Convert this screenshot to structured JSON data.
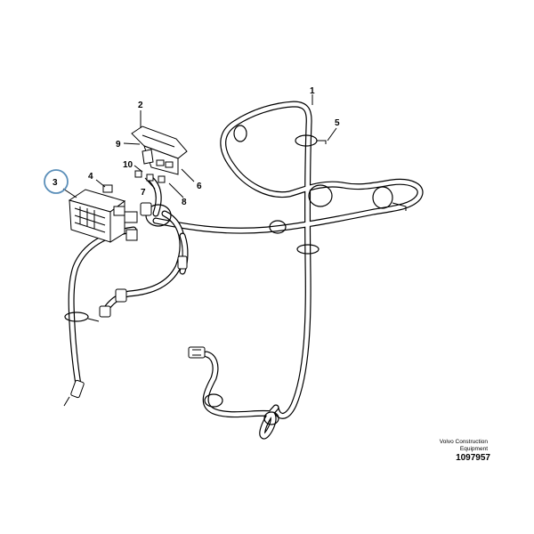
{
  "diagram": {
    "callouts": [
      "1",
      "2",
      "3",
      "4",
      "5",
      "6",
      "7",
      "8",
      "9",
      "10"
    ],
    "highlighted_callout": "3",
    "highlight_color": "#5b8fb9"
  },
  "footer": {
    "brand_line1": "Volvo Construction",
    "brand_line2": "Equipment",
    "drawing_number": "1097957"
  }
}
